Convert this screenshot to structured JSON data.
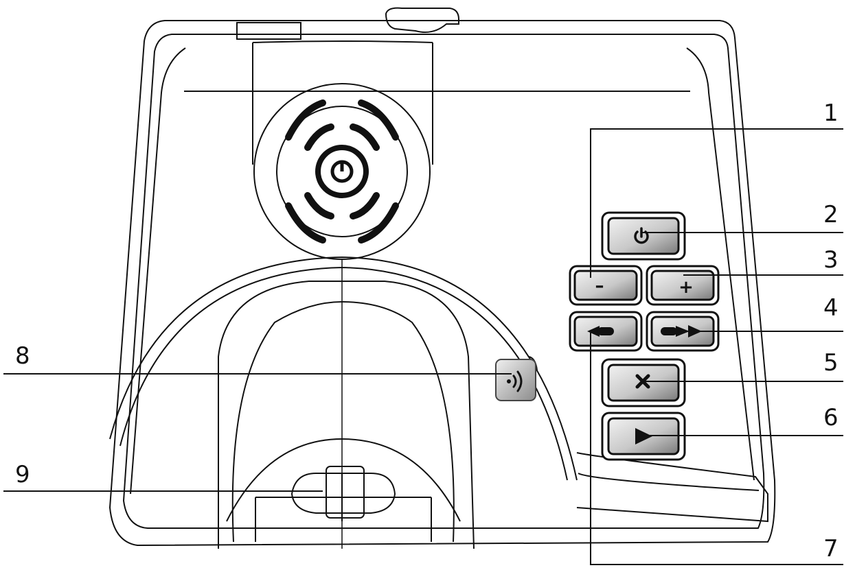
{
  "callouts": {
    "c1": "1",
    "c2": "2",
    "c3": "3",
    "c4": "4",
    "c5": "5",
    "c6": "6",
    "c7": "7",
    "c8": "8",
    "c9": "9"
  },
  "buttons": {
    "power_icon": "power-icon",
    "minus_label": "–",
    "plus_label": "+",
    "rewind_icon": "rewind-icon",
    "forward_icon": "fast-forward-icon",
    "cancel_label": "×",
    "play_icon": "play-icon"
  },
  "colors": {
    "line": "#111111",
    "button_fill_light": "#e6e6e6",
    "button_fill_dark": "#8a8a8a",
    "button_text": "#111111"
  }
}
